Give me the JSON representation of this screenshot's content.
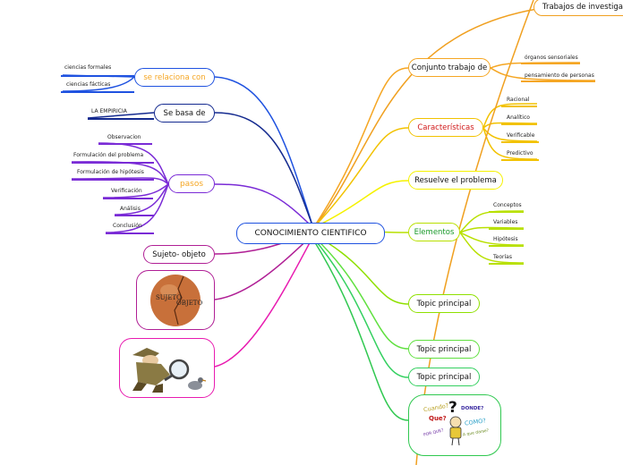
{
  "central": {
    "label": "CONOCIMIENTO CIENTIFICO"
  },
  "left": {
    "relaciona": {
      "label": "se relaciona con",
      "children": [
        "ciencias formales",
        "ciencias fácticas"
      ]
    },
    "basa": {
      "label": "Se basa de",
      "children": [
        "LA EMPIRICIA"
      ]
    },
    "pasos": {
      "label": "pasos",
      "children": [
        "Observacion",
        "Formulación del problema",
        "Formulación de hipótesis",
        "Verificación",
        "Análisis",
        "Conclusión"
      ]
    },
    "sujeto": {
      "label": "Sujeto- objeto"
    },
    "egg_image": {
      "text_sujeto": "SUJETO",
      "text_objeto": "OBJETO"
    }
  },
  "right": {
    "trabajos": {
      "label": "Trabajos de investigación"
    },
    "conjunto": {
      "label": "Conjunto trabajo de",
      "children": [
        "órganos sensoriales",
        "pensamiento de personas"
      ]
    },
    "caracteristicas": {
      "label": "Características",
      "children": [
        "Racional",
        "Analítico",
        "Verificable",
        "Predictivo"
      ]
    },
    "resuelve": {
      "label": "Resuelve el problema"
    },
    "elementos": {
      "label": "Elementos",
      "children": [
        "Conceptos",
        "Variables",
        "Hipótesis",
        "Teorías"
      ]
    },
    "topic1": {
      "label": "Topic principal"
    },
    "topic2": {
      "label": "Topic principal"
    },
    "topic3": {
      "label": "Topic principal"
    },
    "questions_image": {
      "words": [
        "Cuando?",
        "DONDE?",
        "Que?",
        "COMO?",
        "POR QUE?",
        "A que darse?"
      ],
      "mark": "?"
    }
  }
}
